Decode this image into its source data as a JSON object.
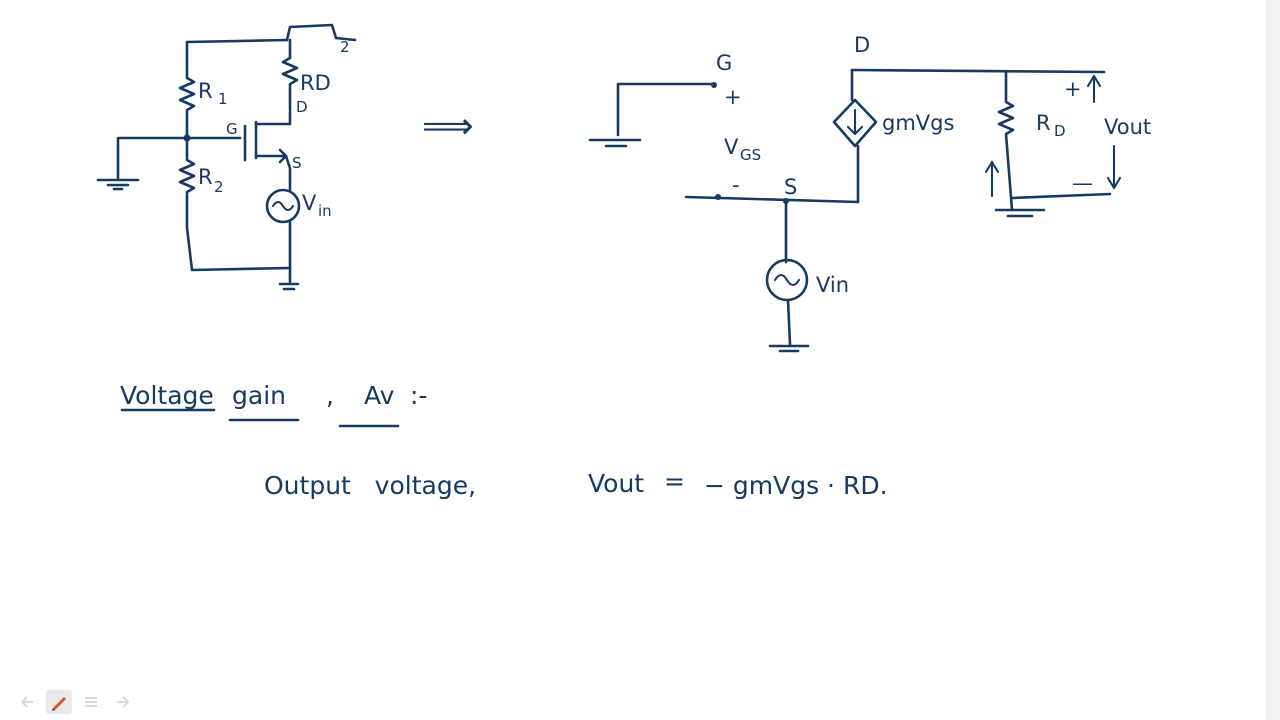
{
  "left_circuit": {
    "r1_label": "R",
    "r1_sub": "1",
    "r2_label": "R",
    "r2_sub": "2",
    "rd_label": "RD",
    "gate_label": "G",
    "drain_label": "D",
    "source_label": "S",
    "vin_label": "V",
    "vin_sub": "in",
    "top_label": "2"
  },
  "small_signal_model": {
    "gate_label": "G",
    "plus_sign": "+",
    "vgs_label": "V",
    "vgs_sub": "GS",
    "minus_sign": "-",
    "source_label": "S",
    "drain_label": "D",
    "current_source_label": "gmVgs",
    "rd_label": "R",
    "rd_sub": "D",
    "vout_label": "Vout",
    "vout_plus": "+",
    "vout_minus": "—",
    "vin_label": "Vin"
  },
  "arrow_symbol": "⟹",
  "heading": {
    "text_voltage": "Voltage",
    "text_gain": "gain",
    "comma": ",",
    "text_av": "Av",
    "suffix": ":-"
  },
  "equation": {
    "lhs_text": "Output   voltage,",
    "vout": "Vout",
    "equals": "=",
    "rhs": "− gmVgs · RD."
  },
  "colors": {
    "ink": "#173a63",
    "background": "#ffffff"
  },
  "toolbar": {
    "prev_icon": "left-arrow-icon",
    "pen_icon": "pen-icon",
    "menu_icon": "menu-icon",
    "next_icon": "right-arrow-icon"
  }
}
